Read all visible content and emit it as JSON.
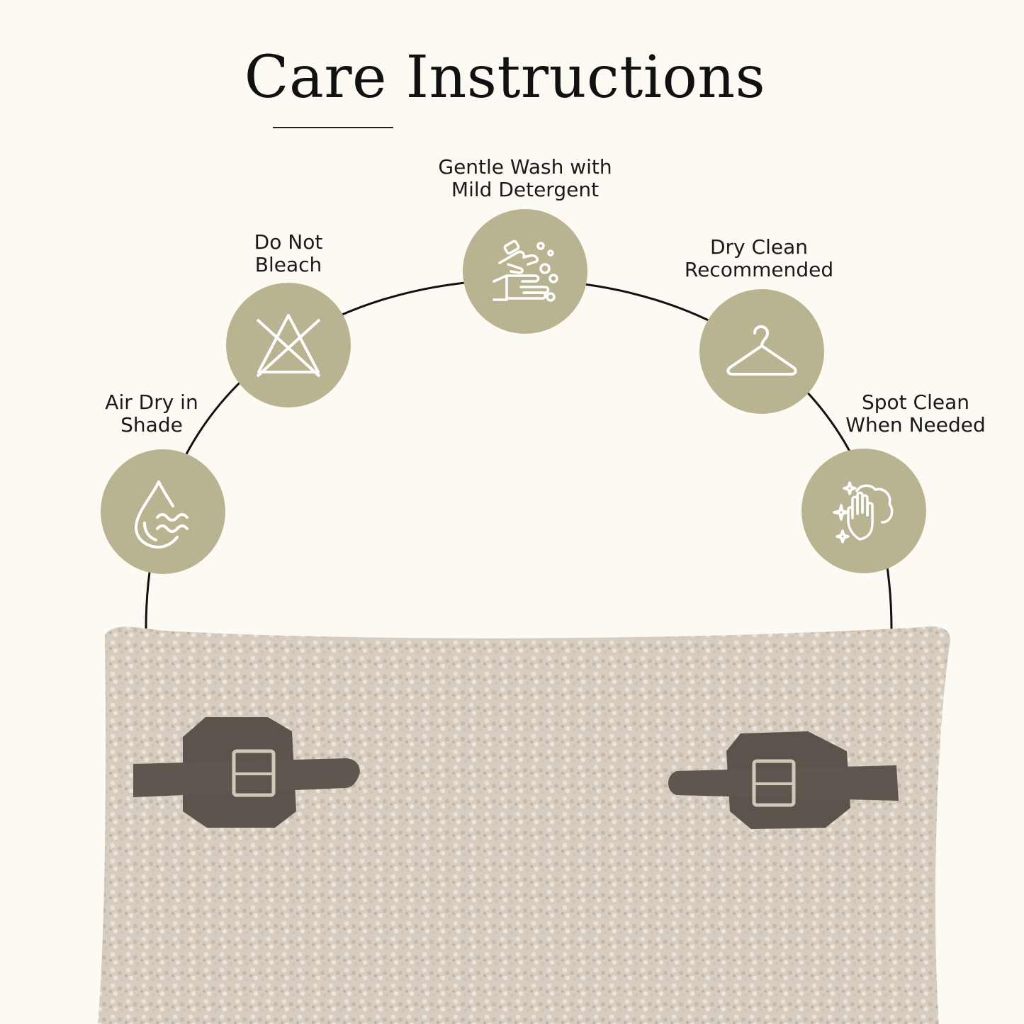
{
  "title": "Care Instructions",
  "colors": {
    "background": "#fdfaf4",
    "icon_circle": "#b8b492",
    "pillow_fabric": "#d9d0c3",
    "leather": "#5b544c",
    "buckle": "#c8c2b4"
  },
  "items": [
    {
      "id": "air-dry",
      "line1": "Air Dry in",
      "line2": "Shade",
      "icon": "water-drop-icon"
    },
    {
      "id": "no-bleach",
      "line1": "Do Not",
      "line2": "Bleach",
      "icon": "crossed-triangle-icon"
    },
    {
      "id": "gentle-wash",
      "line1": "Gentle Wash with",
      "line2": "Mild Detergent",
      "icon": "hand-wash-icon"
    },
    {
      "id": "dry-clean",
      "line1": "Dry Clean",
      "line2": "Recommended",
      "icon": "hanger-icon"
    },
    {
      "id": "spot-clean",
      "line1": "Spot Clean",
      "line2": "When Needed",
      "icon": "hand-wipe-icon"
    }
  ]
}
